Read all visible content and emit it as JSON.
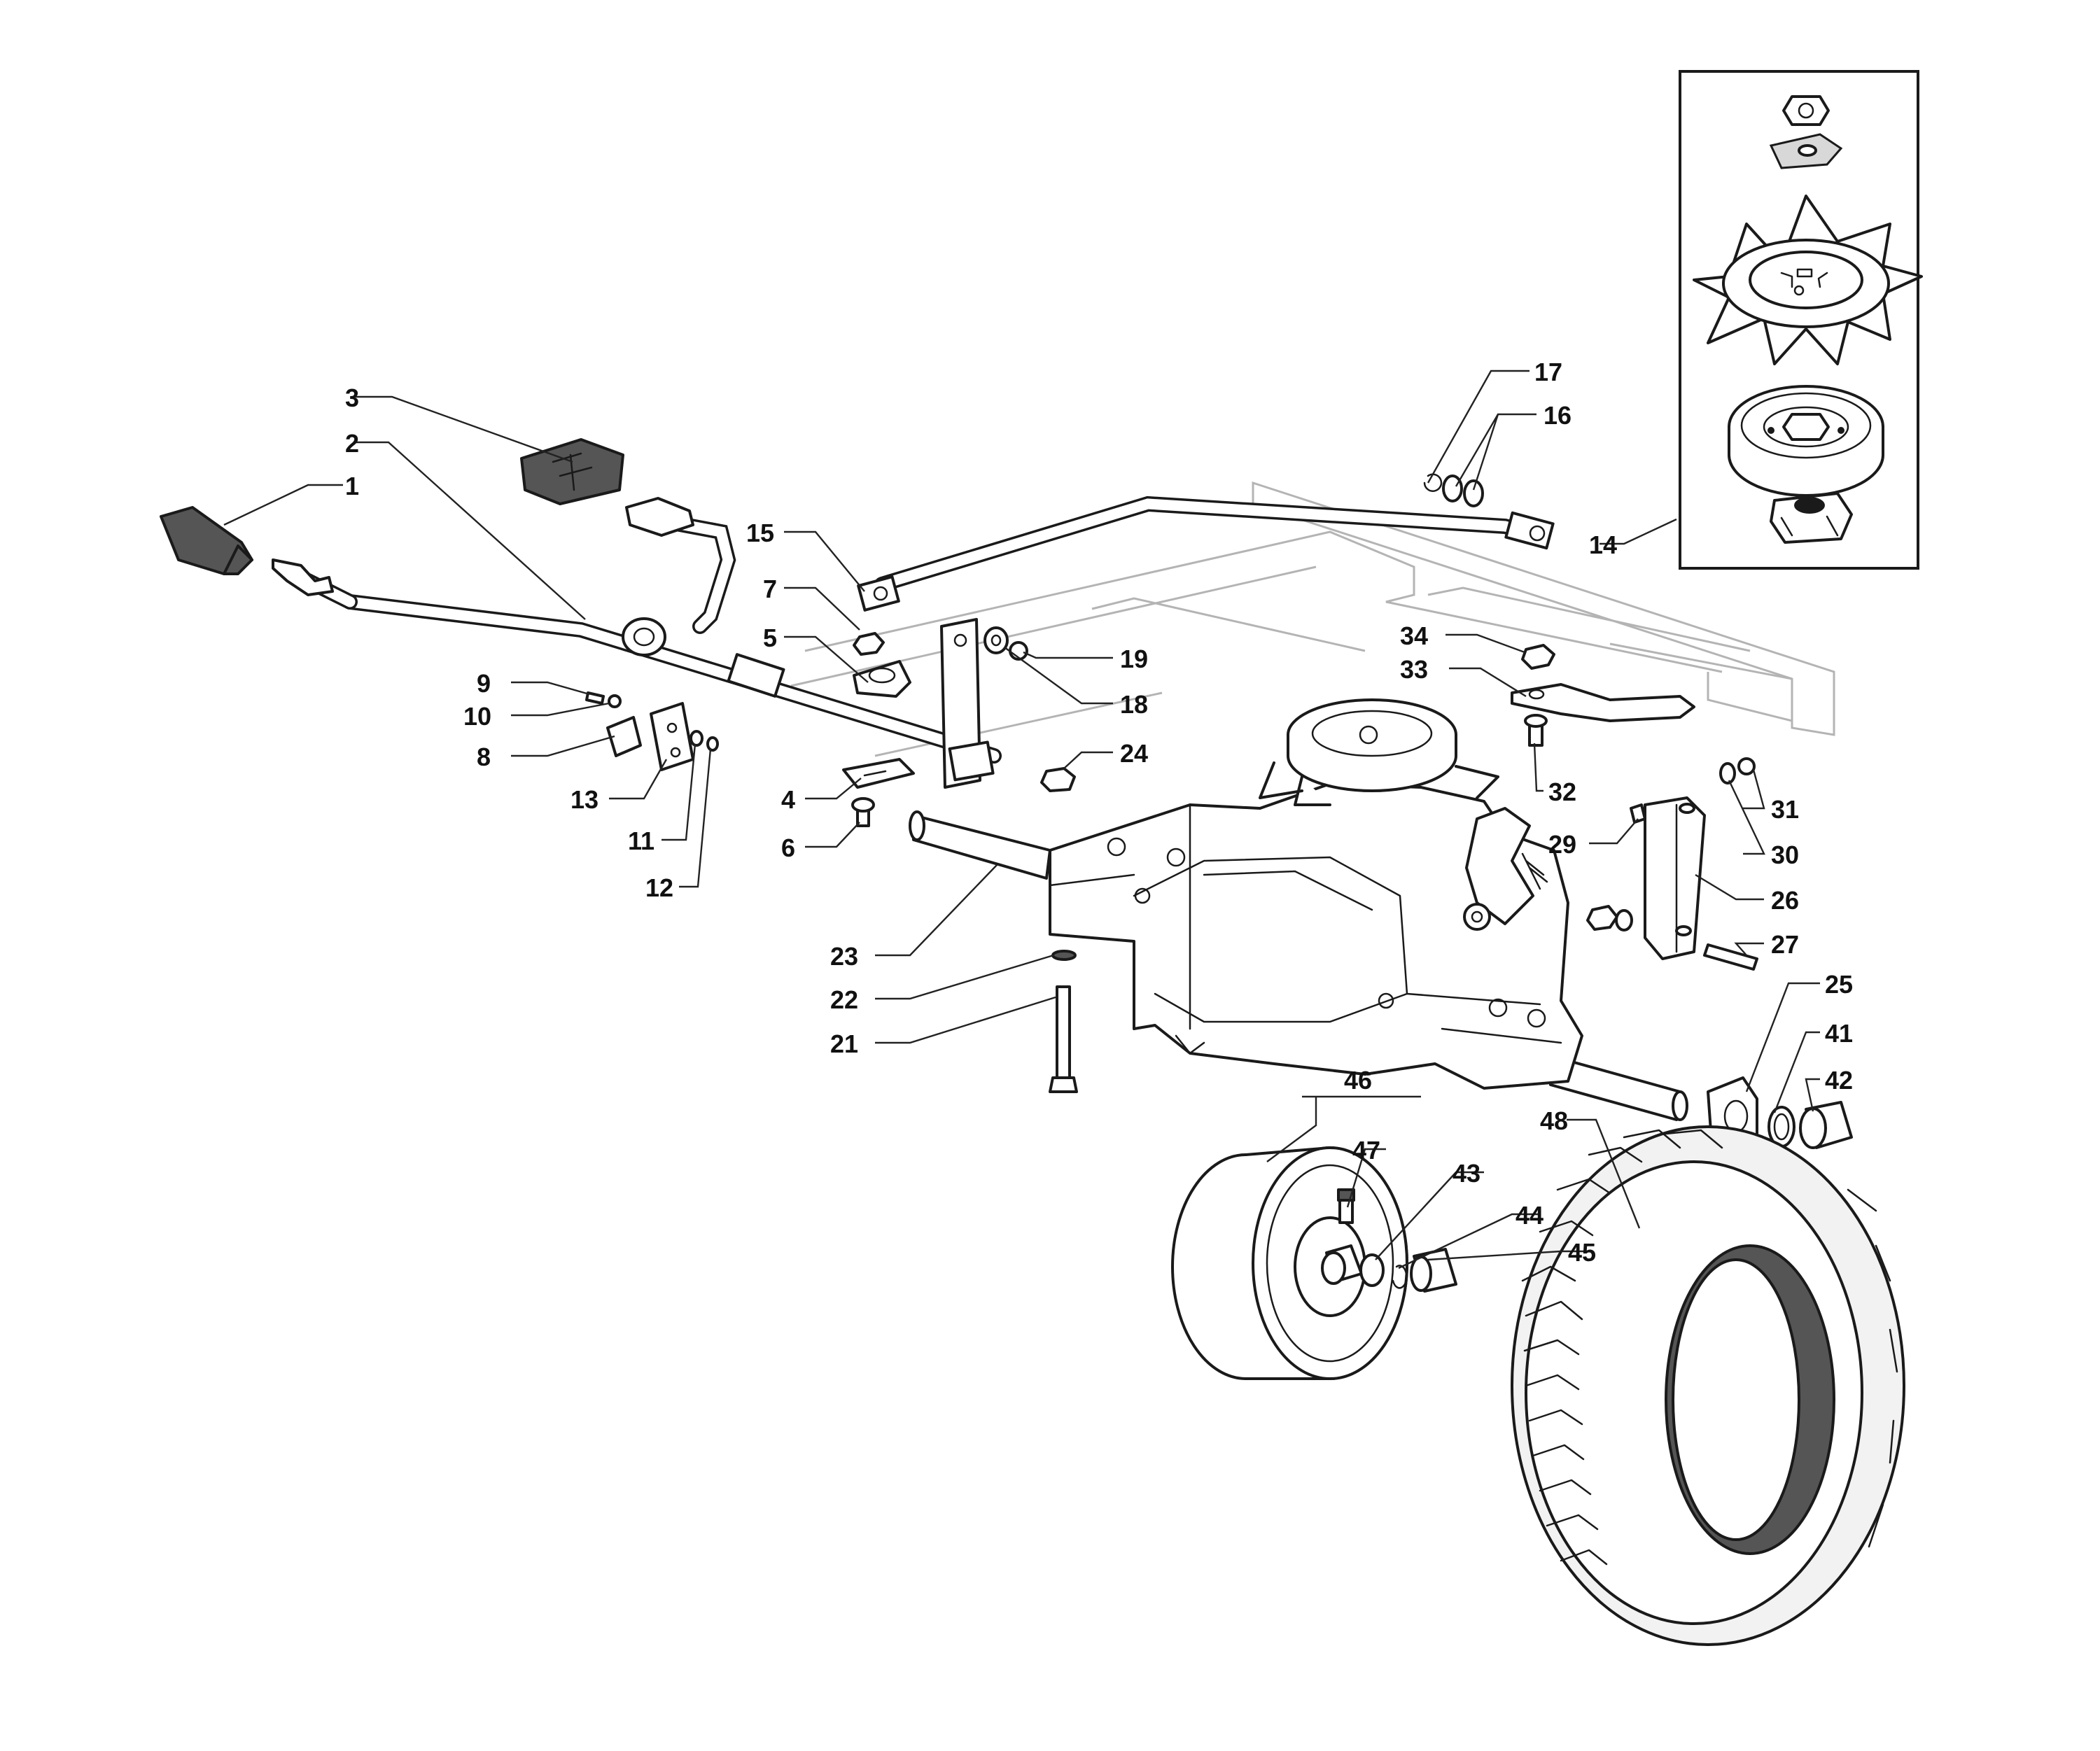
{
  "diagram": {
    "callouts": [
      "1",
      "2",
      "3",
      "4",
      "5",
      "6",
      "7",
      "8",
      "9",
      "10",
      "11",
      "12",
      "13",
      "14",
      "15",
      "16",
      "17",
      "18",
      "19",
      "21",
      "22",
      "23",
      "24",
      "25",
      "26",
      "27",
      "29",
      "30",
      "31",
      "32",
      "33",
      "34",
      "41",
      "42",
      "43",
      "44",
      "45",
      "46",
      "47",
      "48"
    ]
  }
}
